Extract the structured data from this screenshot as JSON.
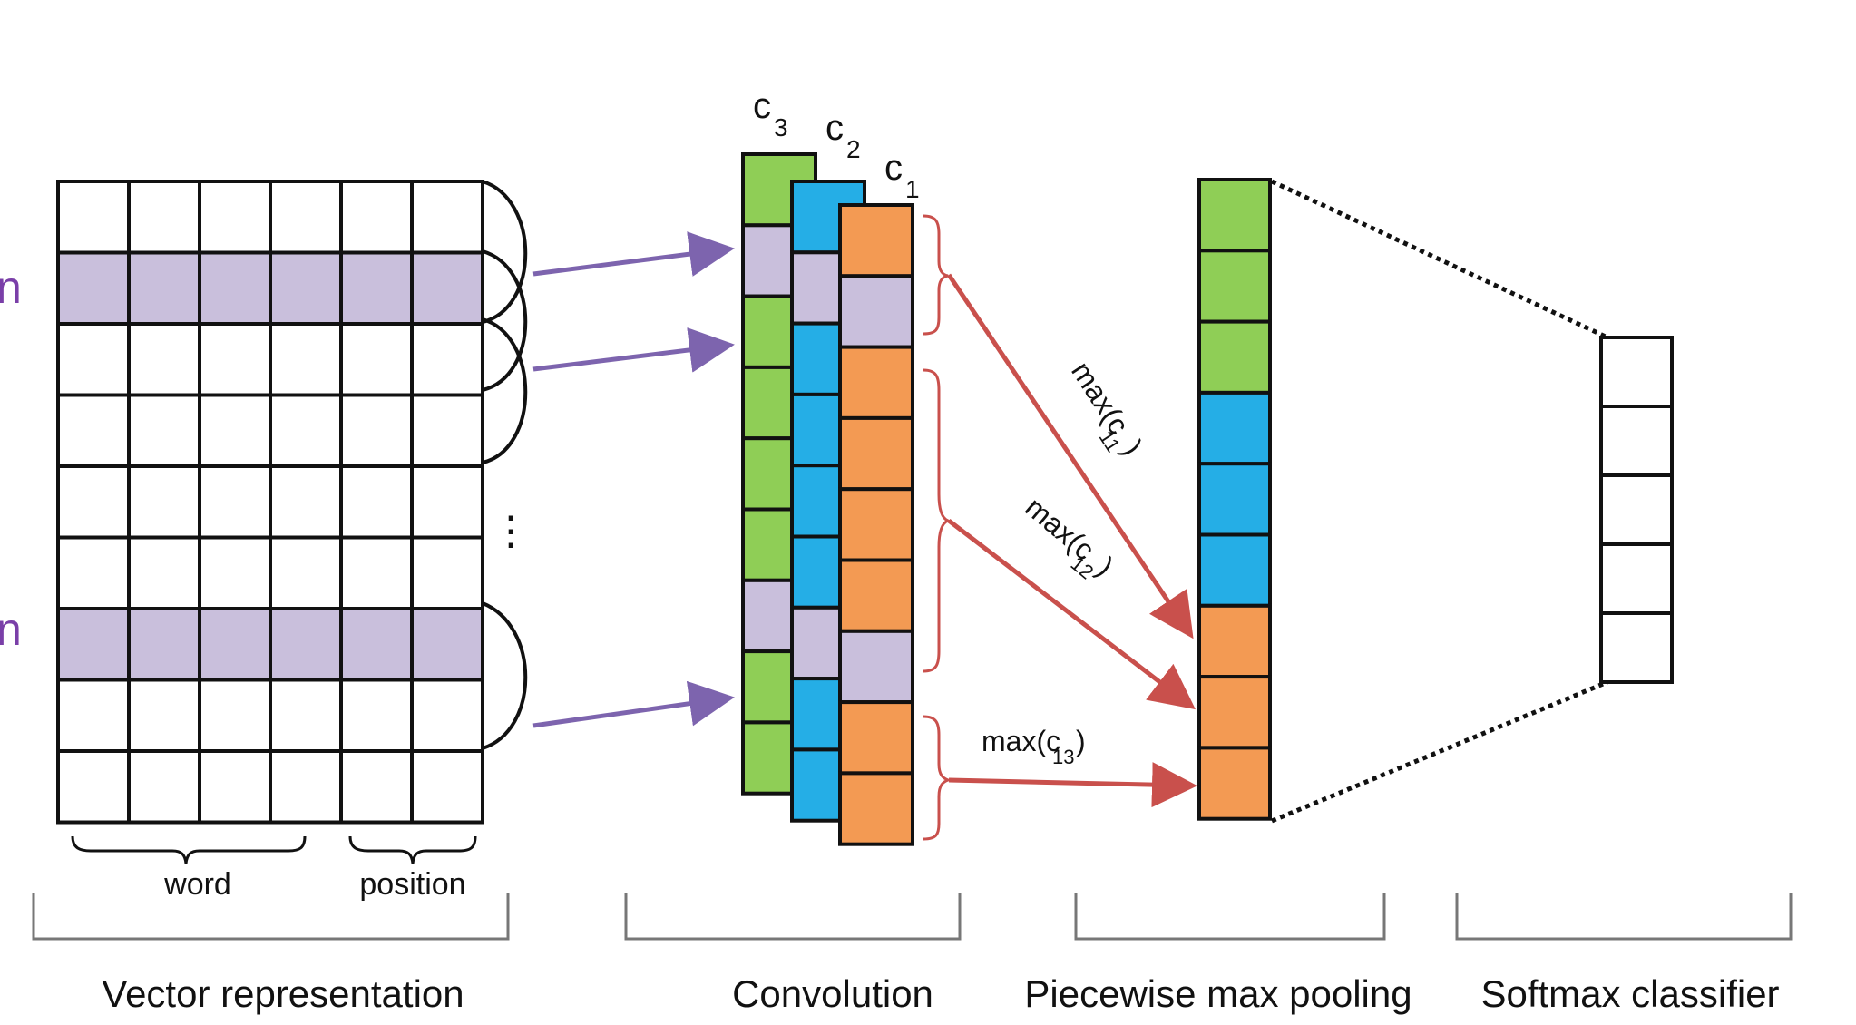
{
  "colors": {
    "highlight": "#c9bfdc",
    "green": "#8fce56",
    "blue": "#25aee6",
    "orange": "#f39a53",
    "lavender": "#c9bfdc",
    "purple_arrow": "#7d64ae",
    "red_arrow": "#c9504c",
    "brace_red": "#c9504c",
    "side_label": "#7a3fa8"
  },
  "input": {
    "rows": 9,
    "cols": 6,
    "highlight_rows": [
      1,
      6
    ],
    "side_label": "n",
    "ellipsis": "⋮",
    "word_label": "word",
    "position_label": "position"
  },
  "conv": {
    "columns": [
      {
        "label": "c",
        "sub": "3",
        "cells": [
          "green",
          "lavender",
          "green",
          "green",
          "green",
          "green",
          "lavender",
          "green",
          "green"
        ]
      },
      {
        "label": "c",
        "sub": "2",
        "cells": [
          "blue",
          "lavender",
          "blue",
          "blue",
          "blue",
          "blue",
          "lavender",
          "blue",
          "blue"
        ]
      },
      {
        "label": "c",
        "sub": "1",
        "cells": [
          "orange",
          "lavender",
          "orange",
          "orange",
          "orange",
          "orange",
          "lavender",
          "orange",
          "orange"
        ]
      }
    ]
  },
  "pooling": {
    "cells": [
      "green",
      "green",
      "green",
      "blue",
      "blue",
      "blue",
      "orange",
      "orange",
      "orange"
    ],
    "labels": [
      {
        "prefix": "max(c",
        "sub": "11",
        "suffix": ")"
      },
      {
        "prefix": "max(c",
        "sub": "12",
        "suffix": ")"
      },
      {
        "prefix": "max(c",
        "sub": "13",
        "suffix": ")"
      }
    ]
  },
  "softmax": {
    "cells": 5
  },
  "sections": [
    "Vector representation",
    "Convolution",
    "Piecewise max pooling",
    "Softmax classifier"
  ]
}
